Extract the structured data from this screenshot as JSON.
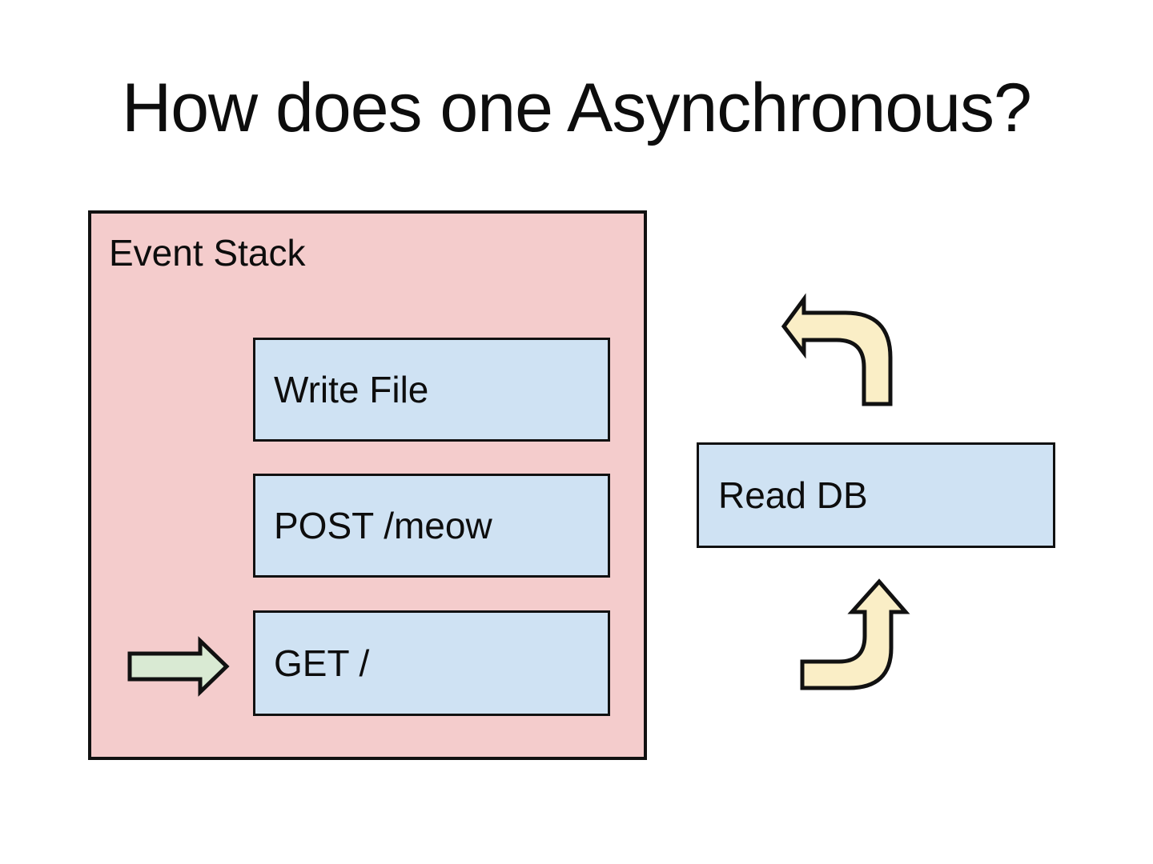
{
  "slide": {
    "title": "How does one Asynchronous?"
  },
  "diagram": {
    "event_stack": {
      "label": "Event Stack",
      "items": [
        {
          "label": "Write File"
        },
        {
          "label": "POST /meow"
        },
        {
          "label": "GET /"
        }
      ]
    },
    "read_db": {
      "label": "Read DB"
    },
    "icons": {
      "current_event_arrow": "green-right-arrow",
      "return_to_stack_arrow": "curved-arrow-left",
      "offload_to_db_arrow": "curved-arrow-up"
    },
    "colors": {
      "event_stack_fill": "#f4cccc",
      "event_item_fill": "#cfe2f3",
      "read_db_fill": "#cfe2f3",
      "arrow_green_fill": "#d9ead3",
      "arrow_yellow_fill": "#faeec6",
      "outline": "#111111",
      "background": "#ffffff",
      "text": "#0d0d0d"
    }
  }
}
